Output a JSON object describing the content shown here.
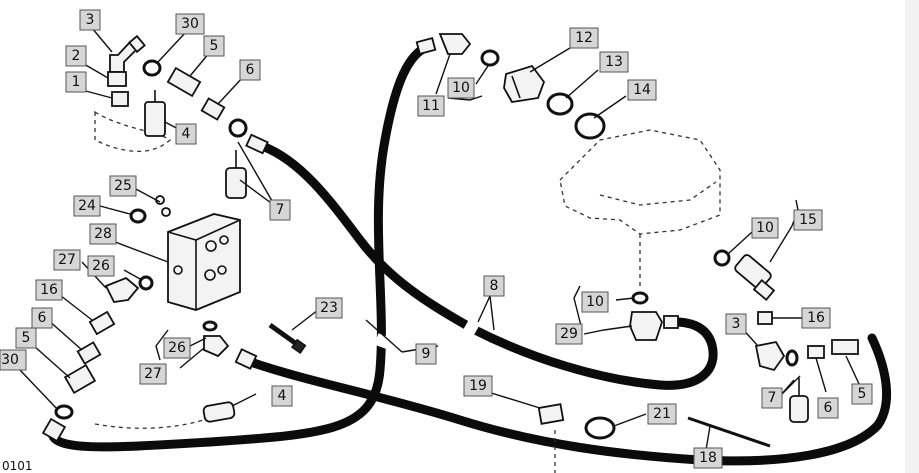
{
  "callouts": {
    "c1": "1",
    "c2": "2",
    "c3a": "3",
    "c3b": "3",
    "c4a": "4",
    "c4b": "4",
    "c5a": "5",
    "c5b": "5",
    "c5c": "5",
    "c6a": "6",
    "c6b": "6",
    "c6c": "6",
    "c7a": "7",
    "c7b": "7",
    "c8": "8",
    "c9": "9",
    "c10a": "10",
    "c10b": "10",
    "c10c": "10",
    "c11": "11",
    "c12": "12",
    "c13": "13",
    "c14": "14",
    "c15": "15",
    "c16a": "16",
    "c16b": "16",
    "c18": "18",
    "c19": "19",
    "c21": "21",
    "c23": "23",
    "c24": "24",
    "c25": "25",
    "c26a": "26",
    "c26b": "26",
    "c27a": "27",
    "c27b": "27",
    "c28": "28",
    "c29": "29",
    "c30a": "30",
    "c30b": "30"
  },
  "footer_fragment": "0101"
}
